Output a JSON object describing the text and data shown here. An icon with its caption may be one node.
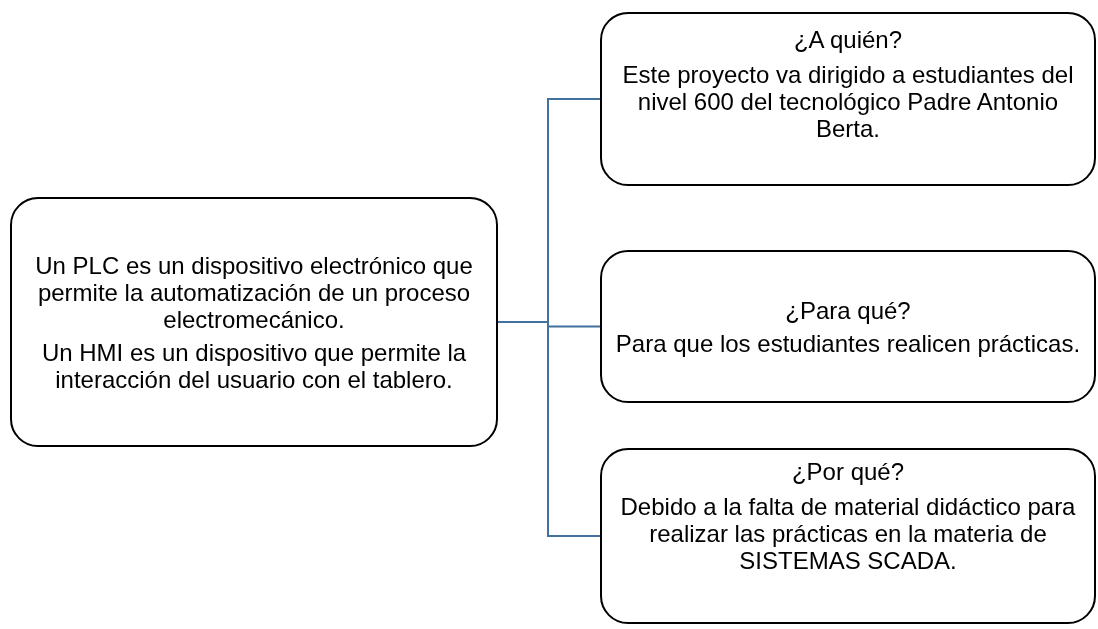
{
  "diagram": {
    "nodes": [
      {
        "text": [
          "Un PLC es un dispositivo electrónico que permite la automatización de un proceso electromecánico.",
          "Un HMI es un dispositivo que permite la interacción del usuario con el tablero."
        ]
      },
      {
        "text": [
          "¿A quién?",
          "Este proyecto va dirigido a estudiantes del nivel 600 del tecnológico Padre Antonio Berta."
        ]
      },
      {
        "text": [
          "¿Para qué?",
          "Para que los estudiantes realicen prácticas."
        ]
      },
      {
        "text": [
          "¿Por qué?",
          "Debido a la falta de material didáctico para realizar las prácticas en la materia de SISTEMAS SCADA."
        ]
      }
    ],
    "edges": [
      {
        "from": 0,
        "to": 1,
        "arrow": "none"
      },
      {
        "from": 0,
        "to": 2,
        "arrow": "none"
      },
      {
        "from": 0,
        "to": 3,
        "arrow": "none"
      }
    ]
  }
}
